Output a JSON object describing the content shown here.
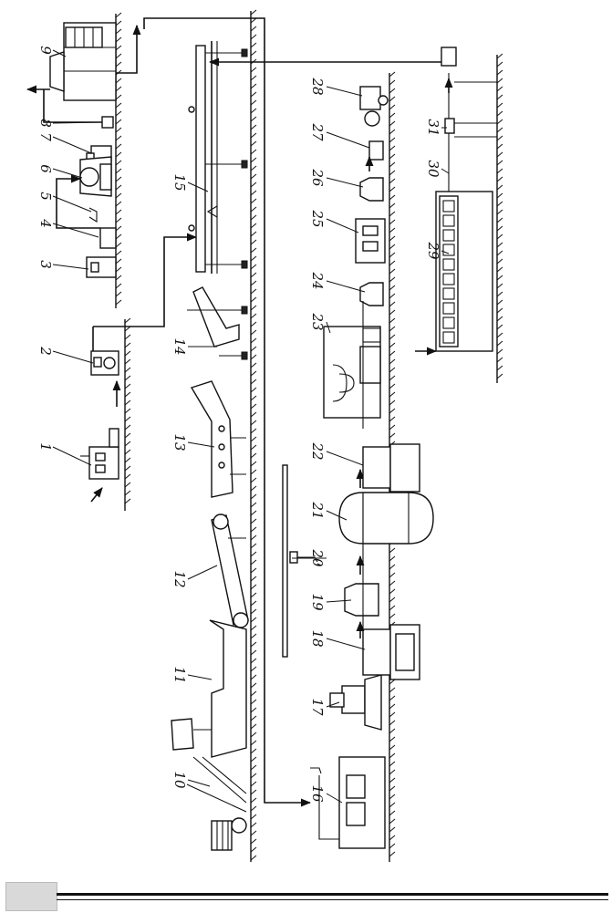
{
  "diagram": {
    "machine_labels": [
      "1",
      "2",
      "3",
      "4",
      "5",
      "6",
      "7",
      "8",
      "9",
      "10",
      "11",
      "12",
      "13",
      "14",
      "15",
      "16",
      "17",
      "18",
      "19",
      "20",
      "21",
      "22",
      "23",
      "24",
      "25",
      "26",
      "27",
      "28",
      "29",
      "30",
      "31"
    ]
  },
  "footer": {
    "page_tab": ""
  }
}
